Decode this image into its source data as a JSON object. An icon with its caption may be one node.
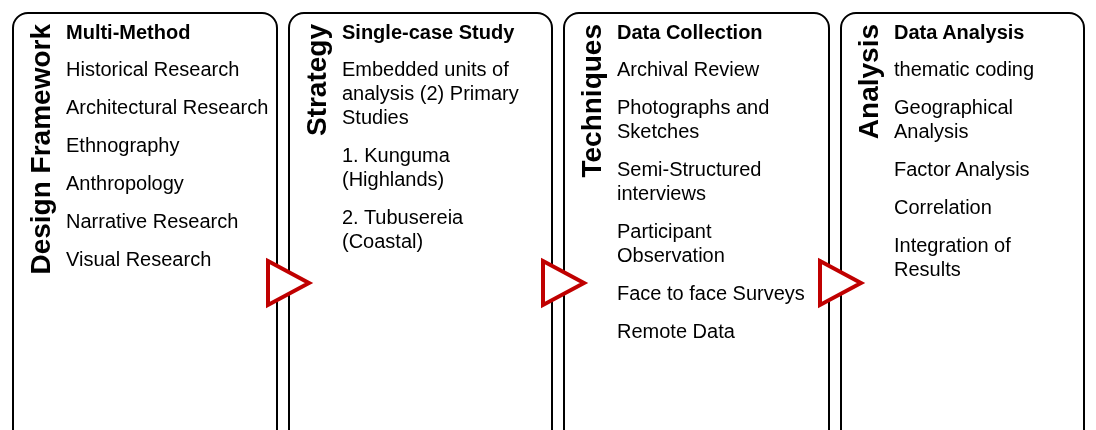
{
  "diagram": {
    "nodes": [
      {
        "text": [
          "Design Framework",
          "Multi-Method",
          "Historical Research",
          "Architectural Research",
          "Ethnography",
          "Anthropology",
          "Narrative Research",
          "Visual Research"
        ]
      },
      {
        "text": [
          "Strategy",
          "Single-case Study",
          "Embedded units of analysis (2) Primary Studies",
          "1. Kunguma (Highlands)",
          "2. Tubusereia (Coastal)"
        ]
      },
      {
        "text": [
          "Techniques",
          "Data Collection",
          "Archival Review",
          "Photographs and Sketches",
          "Semi-Structured interviews",
          "Participant Observation",
          "Face to face Surveys",
          "Remote Data"
        ]
      },
      {
        "text": [
          "Analysis",
          "Data Analysis",
          "thematic coding",
          "Geographical Analysis",
          "Factor Analysis",
          "Correlation",
          "Integration of Results"
        ]
      }
    ],
    "edges": [
      {
        "from": 0,
        "to": 1,
        "arrow": "to",
        "color": "#c00000"
      },
      {
        "from": 1,
        "to": 2,
        "arrow": "to",
        "color": "#c00000"
      },
      {
        "from": 2,
        "to": 3,
        "arrow": "to",
        "color": "#c00000"
      }
    ]
  }
}
